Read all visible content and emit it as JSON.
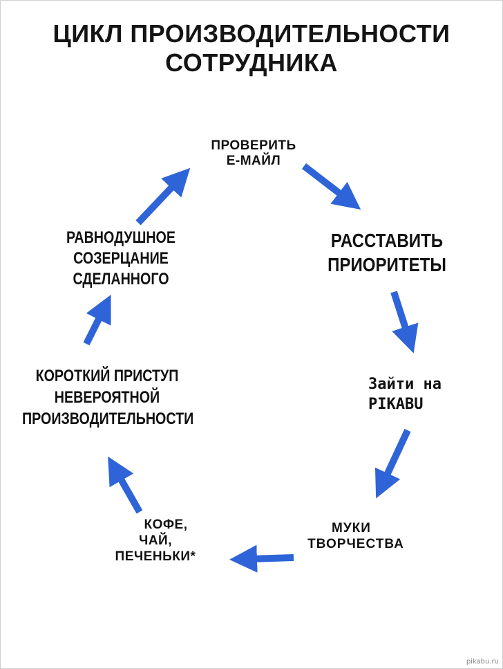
{
  "title": {
    "line1": "ЦИКЛ ПРОИЗВОДИТЕЛЬНОСТИ",
    "line2": "СОТРУДНИКА"
  },
  "nodes": {
    "check_email": [
      "ПРОВЕРИТЬ",
      "Е-МАЙЛ"
    ],
    "set_priorities": [
      "РАССТАВИТЬ",
      "ПРИОРИТЕТЫ"
    ],
    "visit_pikabu": [
      "Зайти на",
      "PIKABU"
    ],
    "creative_agony": [
      "МУКИ",
      "ТВОРЧЕСТВА"
    ],
    "coffee_tea_cookies": [
      "КОФЕ,",
      "ЧАЙ,",
      "ПЕЧЕНЬКИ*"
    ],
    "productivity_burst": [
      "КОРОТКИЙ ПРИСТУП",
      "НЕВЕРОЯТНОЙ",
      "ПРОИЗВОДИТЕЛЬНОСТИ"
    ],
    "contemplation": [
      "РАВНОДУШНОЕ",
      "СОЗЕРЦАНИЕ",
      "СДЕЛАННОГО"
    ]
  },
  "colors": {
    "arrow": "#2f64d8",
    "text": "#111111"
  },
  "watermark": "pikabu.ru"
}
